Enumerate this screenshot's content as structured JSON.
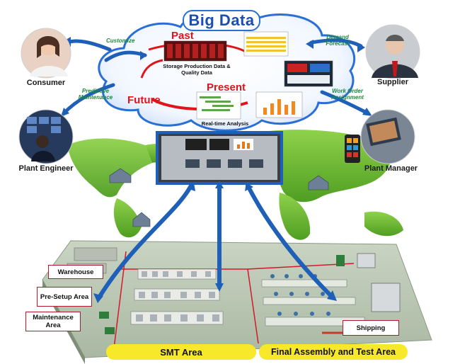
{
  "title": "Big Data",
  "cloud": {
    "past": "Past",
    "present": "Present",
    "future": "Future",
    "storage_label": "Storage Production Data & Quality Data",
    "realtime_label": "Real-time Analysis"
  },
  "flows": {
    "customize": "Customize",
    "demand_forecast": "Demand Forecast",
    "predictive_maintenance": "Predictive Maintenance",
    "work_order_assignment": "Work Order Assignment"
  },
  "roles": {
    "consumer": "Consumer",
    "supplier": "Supplier",
    "plant_engineer": "Plant Engineer",
    "plant_manager": "Plant Manager"
  },
  "areas": {
    "warehouse": "Warehouse",
    "pre_setup": "Pre-Setup Area",
    "maintenance": "Maintenance Area",
    "shipping": "Shipping",
    "smt": "SMT  Area",
    "final_assembly": "Final Assembly and Test Area"
  },
  "colors": {
    "cloud_blue": "#2a6fd6",
    "arrow_blue": "#1e5fb8",
    "map_green": "#6fbf2a",
    "accent_red": "#e0141b",
    "label_green": "#1d8a3c",
    "area_yellow": "#f7e82a"
  },
  "icons": {
    "consumer_avatar": "woman-with-phone",
    "supplier_avatar": "businessman",
    "engineer_avatar": "engineer-monitors",
    "manager_avatar": "tablet-and-phone"
  }
}
